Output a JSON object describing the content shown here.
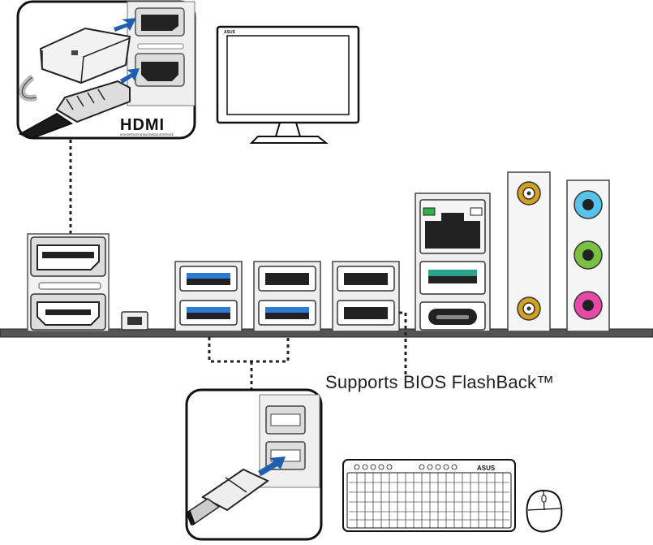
{
  "hdmi_logo": "HDMI",
  "hdmi_tagline": "HIGH-DEFINITION MULTIMEDIA INTERFACE",
  "monitor_brand": "ASUS",
  "keyboard_brand": "ASUS",
  "bios_flashback_label": "Supports BIOS FlashBack™",
  "colors": {
    "usb_blue": "#2b7bd6",
    "arrow_blue": "#1f5fb0",
    "lan_green": "#2fb14a",
    "usb_c_teal": "#2aa38a",
    "audio_blue": "#56c4ea",
    "audio_green": "#7ac143",
    "audio_pink": "#e64aa6",
    "antenna_gold": "#d4a020",
    "board": "#555555"
  },
  "icons": [
    "hdmi-plug-icon",
    "displayport-plug-icon",
    "usb-plug-icon",
    "monitor-icon",
    "keyboard-icon",
    "mouse-icon"
  ]
}
